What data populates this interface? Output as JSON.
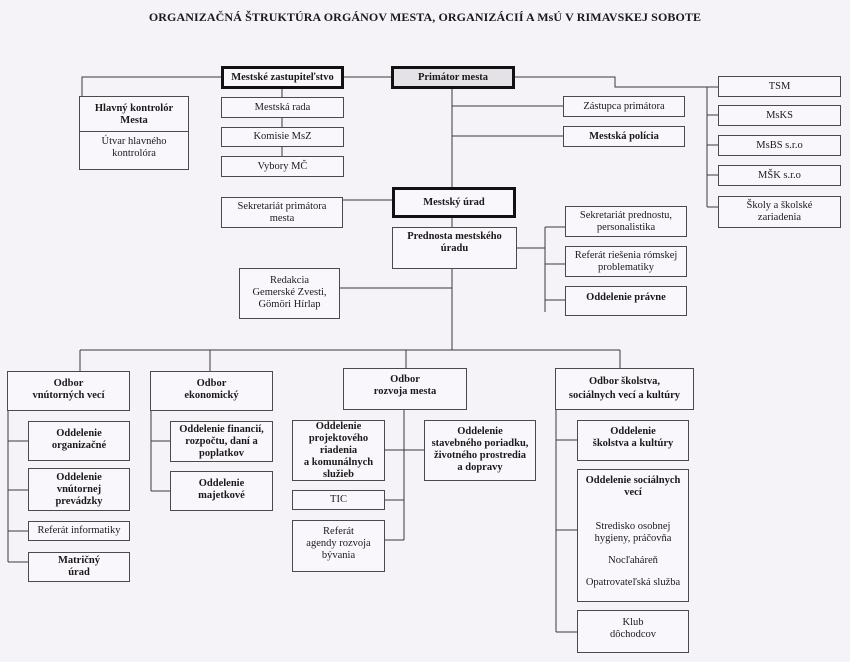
{
  "title": "ORGANIZAČNÁ ŠTRUKTÚRA ORGÁNOV MESTA, ORGANIZÁCIÍ A MsÚ  V RIMAVSKEJ SOBOTE",
  "top": {
    "zastupitelstvo": "Mestské zastupiteľstvo",
    "primator": "Primátor mesta",
    "mestska_rada": "Mestská rada",
    "komisie": "Komisie MsZ",
    "vybory": "Vybory MČ",
    "kontrolor_title": "Hlavný kontrolór\nMesta",
    "kontrolor_sub": "Útvar hlavného\nkontrolóra",
    "zastupca": "Zástupca primátora",
    "policia": "Mestská polícia"
  },
  "organizations": [
    "TSM",
    "MsKS",
    "MsBS s.r.o",
    "MŠK s.r.o",
    "Školy a školské\nzariadenia"
  ],
  "urad": {
    "mestsky_urad": "Mestský úrad",
    "sekretariat_primatora": "Sekretariát primátora\nmesta",
    "prednosta": "Prednosta mestského\núradu",
    "redakcia": "Redakcia\nGemerské Zvesti,\nGömöri Hírlap",
    "sekretariat_prednostu": "Sekretariát prednostu,\npersonalistika",
    "referat_romskej": "Referát riešenia rómskej\nproblematiky",
    "pravne": "Oddelenie právne"
  },
  "odbory": {
    "vnutornych": {
      "title": "Odbor\nvnútorných vecí",
      "items": [
        "Oddelenie\norganizačné",
        "Oddelenie\nvnútornej\nprevádzky",
        "Referát informatiky",
        "Matričný\núrad"
      ]
    },
    "ekonomicky": {
      "title": "Odbor\nekonomický",
      "items": [
        "Oddelenie financií,\nrozpočtu, daní a\npoplatkov",
        "Oddelenie\nmajetkové"
      ]
    },
    "rozvoja": {
      "title": "Odbor\nrozvoja mesta",
      "items": [
        "Oddelenie\nprojektového\nriadenia\na komunálnych\nslužieb",
        "Oddelenie\nstavebného poriadku,\nživotného prostredia\na dopravy",
        "TIC",
        "Referát\nagendy rozvoja\nbývania"
      ]
    },
    "skolstva": {
      "title": "Odbor školstva,\nsociálnych vecí a kultúry",
      "items": [
        "Oddelenie\nškolstva a kultúry"
      ],
      "socialne": {
        "title": "Oddelenie sociálnych\nvecí",
        "subitems": [
          "Stredisko osobnej\nhygieny, práčovňa",
          "Nocľaháreň",
          "Opatrovateľská služba"
        ]
      },
      "klub": "Klub\ndôchodcov"
    }
  }
}
